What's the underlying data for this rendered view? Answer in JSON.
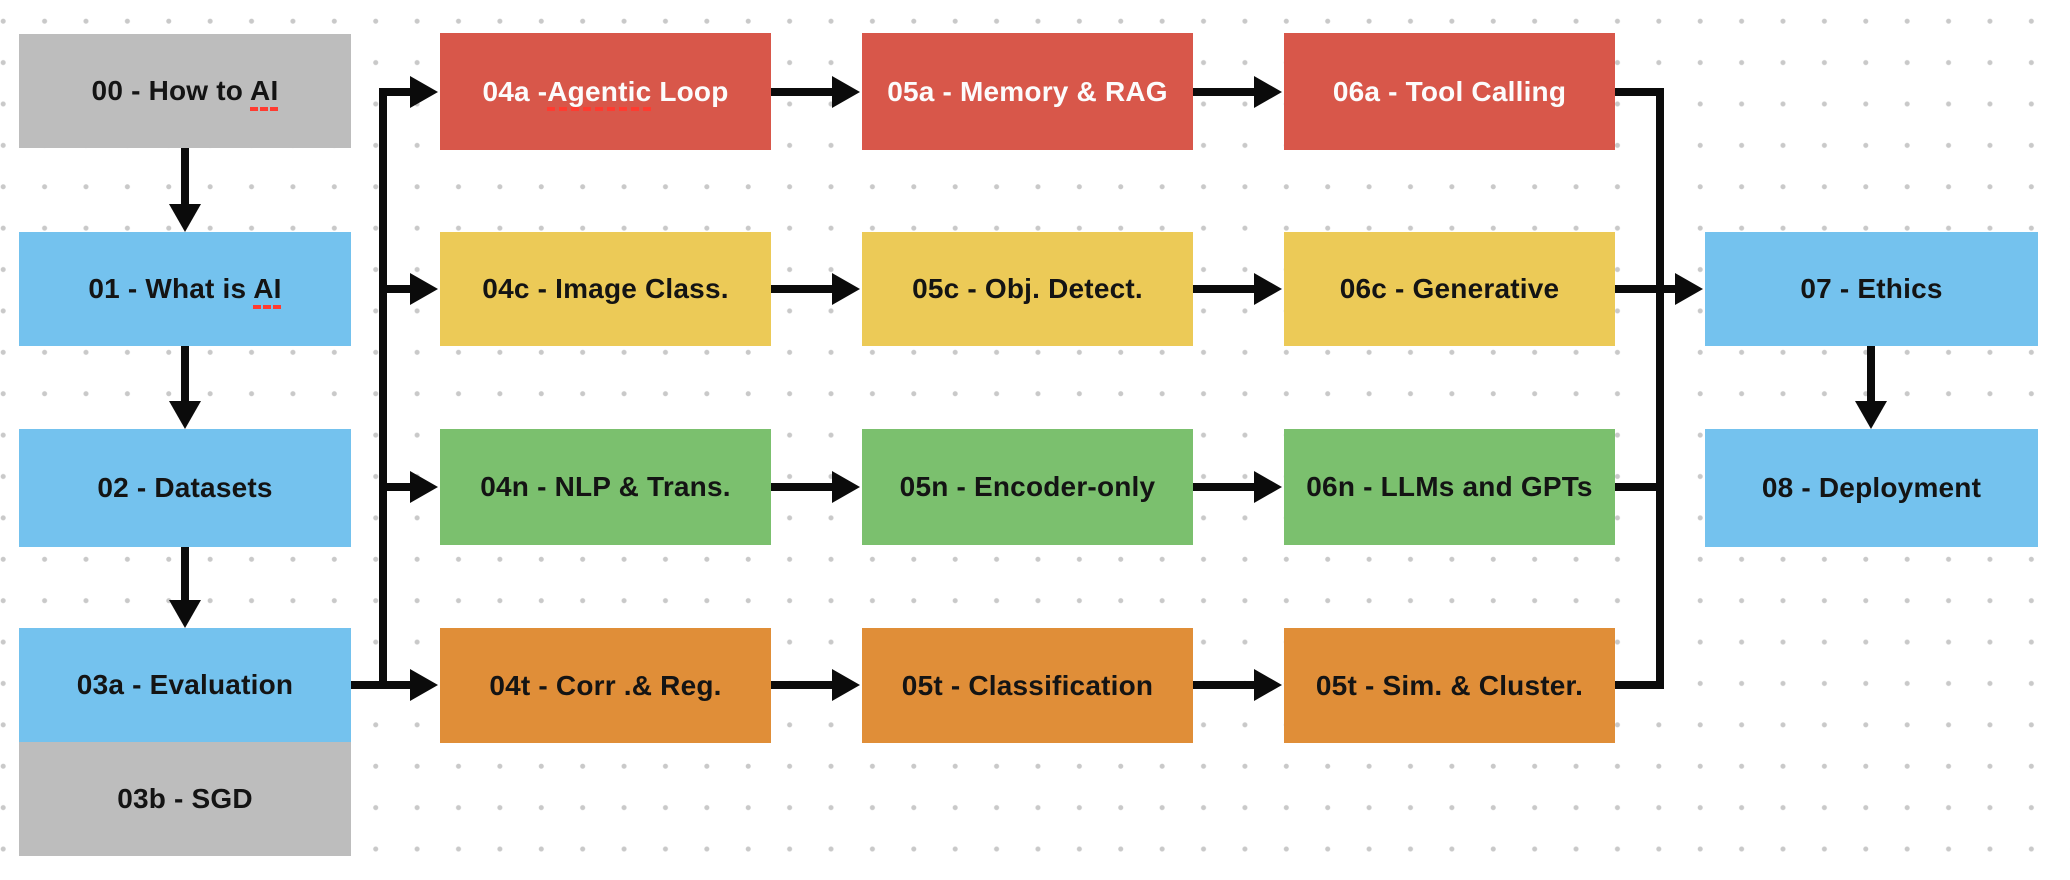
{
  "palette": {
    "bg": "#ffffff",
    "dot": "#c9c9c9",
    "arrow": "#0b0b0b",
    "squiggle": "#ff3b30",
    "text_dark": "#141414",
    "text_light": "#fcfcfc",
    "gray": "#bdbdbd",
    "blue": "#74c2ee",
    "red": "#d8574a",
    "yellow": "#ecca57",
    "green": "#7bc06e",
    "orange": "#e08e38"
  },
  "diagram": {
    "nodes": {
      "n00": {
        "label": "00 - How to AI",
        "color": "gray",
        "parts": {
          "before": "00 - How to ",
          "squiggle": "AI",
          "after": ""
        }
      },
      "n01": {
        "label": "01 - What is AI",
        "color": "blue",
        "parts": {
          "before": "01 - What is ",
          "squiggle": "AI",
          "after": ""
        }
      },
      "n02": {
        "label": "02 - Datasets",
        "color": "blue",
        "parts": {
          "before": "02 - Datasets",
          "squiggle": "",
          "after": ""
        }
      },
      "n03a": {
        "label": "03a - Evaluation",
        "color": "blue",
        "parts": {
          "before": "03a - Evaluation",
          "squiggle": "",
          "after": ""
        }
      },
      "n03b": {
        "label": "03b - SGD",
        "color": "gray",
        "parts": {
          "before": "03b - SGD",
          "squiggle": "",
          "after": ""
        }
      },
      "n04a": {
        "label": "04a -Agentic Loop",
        "color": "red",
        "parts": {
          "before": "04a -",
          "squiggle": "Agentic",
          "after": " Loop"
        }
      },
      "n05a": {
        "label": "05a - Memory & RAG",
        "color": "red",
        "parts": {
          "before": "05a - Memory & RAG",
          "squiggle": "",
          "after": ""
        }
      },
      "n06a": {
        "label": "06a - Tool Calling",
        "color": "red",
        "parts": {
          "before": "06a - Tool Calling",
          "squiggle": "",
          "after": ""
        }
      },
      "n04c": {
        "label": "04c - Image Class.",
        "color": "yellow",
        "parts": {
          "before": "04c - Image Class.",
          "squiggle": "",
          "after": ""
        }
      },
      "n05c": {
        "label": "05c - Obj. Detect.",
        "color": "yellow",
        "parts": {
          "before": "05c - Obj. Detect.",
          "squiggle": "",
          "after": ""
        }
      },
      "n06c": {
        "label": "06c - Generative",
        "color": "yellow",
        "parts": {
          "before": "06c - Generative",
          "squiggle": "",
          "after": ""
        }
      },
      "n04n": {
        "label": "04n - NLP & Trans.",
        "color": "green",
        "parts": {
          "before": "04n - NLP & Trans.",
          "squiggle": "",
          "after": ""
        }
      },
      "n05n": {
        "label": "05n - Encoder-only",
        "color": "green",
        "parts": {
          "before": "05n - Encoder-only",
          "squiggle": "",
          "after": ""
        }
      },
      "n06n": {
        "label": "06n - LLMs and GPTs",
        "color": "green",
        "parts": {
          "before": "06n - LLMs and GPTs",
          "squiggle": "",
          "after": ""
        }
      },
      "n04t": {
        "label": "04t - Corr .& Reg.",
        "color": "orange",
        "parts": {
          "before": "04t - Corr .& Reg.",
          "squiggle": "",
          "after": ""
        }
      },
      "n05t": {
        "label": "05t - Classification",
        "color": "orange",
        "parts": {
          "before": "05t - Classification",
          "squiggle": "",
          "after": ""
        }
      },
      "n05t2": {
        "label": "05t - Sim. & Cluster.",
        "color": "orange",
        "parts": {
          "before": "05t - Sim. & Cluster.",
          "squiggle": "",
          "after": ""
        }
      },
      "n07": {
        "label": "07 - Ethics",
        "color": "blue",
        "parts": {
          "before": "07 - Ethics",
          "squiggle": "",
          "after": ""
        }
      },
      "n08": {
        "label": "08 - Deployment",
        "color": "blue",
        "parts": {
          "before": "08 - Deployment",
          "squiggle": "",
          "after": ""
        }
      }
    },
    "edges": [
      {
        "from": "n00",
        "to": "n01"
      },
      {
        "from": "n01",
        "to": "n02"
      },
      {
        "from": "n02",
        "to": "n03a"
      },
      {
        "from": "n03a",
        "to": "n04a"
      },
      {
        "from": "n03a",
        "to": "n04c"
      },
      {
        "from": "n03a",
        "to": "n04n"
      },
      {
        "from": "n03a",
        "to": "n04t"
      },
      {
        "from": "n04a",
        "to": "n05a"
      },
      {
        "from": "n05a",
        "to": "n06a"
      },
      {
        "from": "n04c",
        "to": "n05c"
      },
      {
        "from": "n05c",
        "to": "n06c"
      },
      {
        "from": "n04n",
        "to": "n05n"
      },
      {
        "from": "n05n",
        "to": "n06n"
      },
      {
        "from": "n04t",
        "to": "n05t"
      },
      {
        "from": "n05t",
        "to": "n05t2"
      },
      {
        "from": "n06a",
        "to": "n07"
      },
      {
        "from": "n06c",
        "to": "n07"
      },
      {
        "from": "n06n",
        "to": "n07"
      },
      {
        "from": "n05t2",
        "to": "n07"
      },
      {
        "from": "n07",
        "to": "n08"
      }
    ]
  }
}
